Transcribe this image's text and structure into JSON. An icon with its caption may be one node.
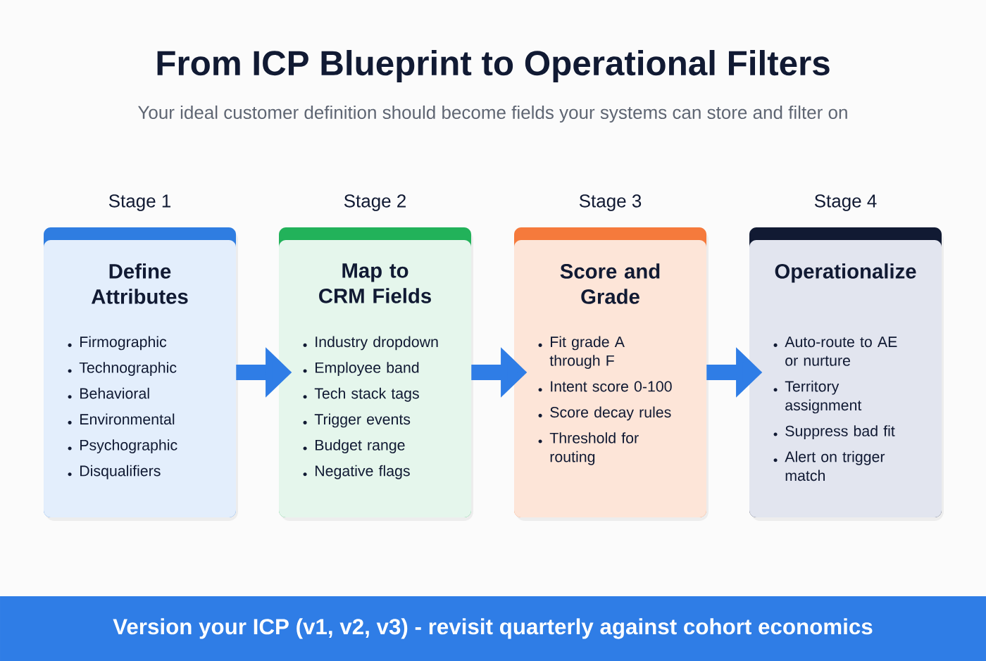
{
  "diagram": {
    "title": "From ICP Blueprint to Operational Filters",
    "nodes": [
      {
        "text": [
          "Stage 1",
          "Define Attributes",
          "Firmographic",
          "Technographic",
          "Behavioral",
          "Environmental",
          "Psychographic",
          "Disqualifiers"
        ]
      },
      {
        "text": [
          "Stage 2",
          "Map to CRM Fields",
          "Industry dropdown",
          "Employee band",
          "Tech stack tags",
          "Trigger events",
          "Budget range",
          "Negative flags"
        ]
      },
      {
        "text": [
          "Stage 3",
          "Score and Grade",
          "Fit grade A through F",
          "Intent score 0-100",
          "Score decay rules",
          "Threshold for routing"
        ]
      },
      {
        "text": [
          "Stage 4",
          "Operationalize",
          "Auto-route to AE or nurture",
          "Territory assignment",
          "Suppress bad fit",
          "Alert on trigger match"
        ]
      },
      {
        "text": [
          "Version your ICP (v1, v2, v3) - revisit quarterly against cohort economics"
        ]
      }
    ],
    "edges": [
      {
        "from": 0,
        "to": 1,
        "arrow": "to"
      },
      {
        "from": 1,
        "to": 2,
        "arrow": "to"
      },
      {
        "from": 2,
        "to": 3,
        "arrow": "to"
      }
    ],
    "labels": [
      "Your ideal customer definition should become fields your systems can store and filter on"
    ]
  }
}
